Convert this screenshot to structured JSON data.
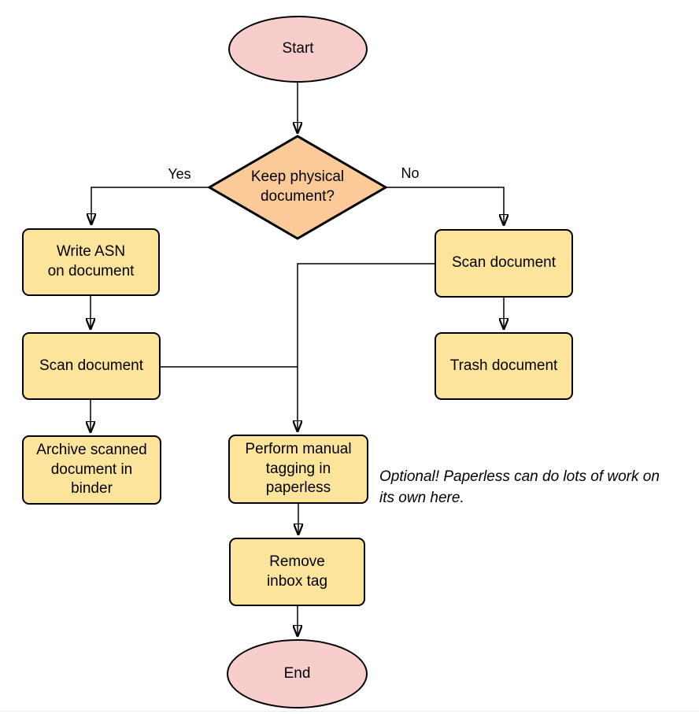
{
  "diagram": {
    "nodes": {
      "start": {
        "label": "Start",
        "type": "terminal"
      },
      "decision": {
        "label": "Keep physical\ndocument?",
        "type": "decision"
      },
      "write_asn": {
        "label": "Write ASN\non document",
        "type": "process"
      },
      "scan_left": {
        "label": "Scan document",
        "type": "process"
      },
      "archive": {
        "label": "Archive scanned\ndocument in\nbinder",
        "type": "process"
      },
      "scan_right": {
        "label": "Scan document",
        "type": "process"
      },
      "trash": {
        "label": "Trash document",
        "type": "process"
      },
      "tagging": {
        "label": "Perform manual\ntagging in\npaperless",
        "type": "process"
      },
      "remove_inbox": {
        "label": "Remove\ninbox tag",
        "type": "process"
      },
      "end": {
        "label": "End",
        "type": "terminal"
      }
    },
    "edge_labels": {
      "yes": "Yes",
      "no": "No"
    },
    "annotation": "Optional! Paperless can do lots of work on\nits own here.",
    "colors": {
      "terminal_fill": "#f8cecc",
      "decision_fill": "#fcc998",
      "process_fill": "#fce49b",
      "stroke": "#000000",
      "text": "#000000"
    }
  }
}
